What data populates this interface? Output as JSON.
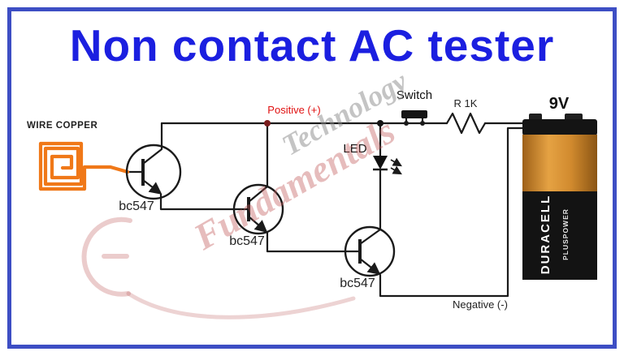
{
  "title": "Non contact AC tester",
  "circuit": {
    "wire_copper_label": "WIRE COPPER",
    "positive_label": "Positive (+)",
    "switch_label": "Switch",
    "resistor_label": "R 1K",
    "led_label": "LED",
    "negative_label": "Negative (-)",
    "battery_voltage_label": "9V",
    "transistors": [
      "bc547",
      "bc547",
      "bc547"
    ]
  },
  "battery": {
    "brand": "DURACELL",
    "subbrand": "PLUSPOWER"
  },
  "watermark": {
    "line1": "Technology",
    "line2": "Fundamentals"
  },
  "colors": {
    "frame_border": "#3d4ec4",
    "title_text": "#1b1fe0",
    "wire": "#1a1a1a",
    "copper_coil": "#f07818",
    "positive_text": "#e01010",
    "battery_copper": "#d28a33",
    "watermark": "#c06060"
  }
}
